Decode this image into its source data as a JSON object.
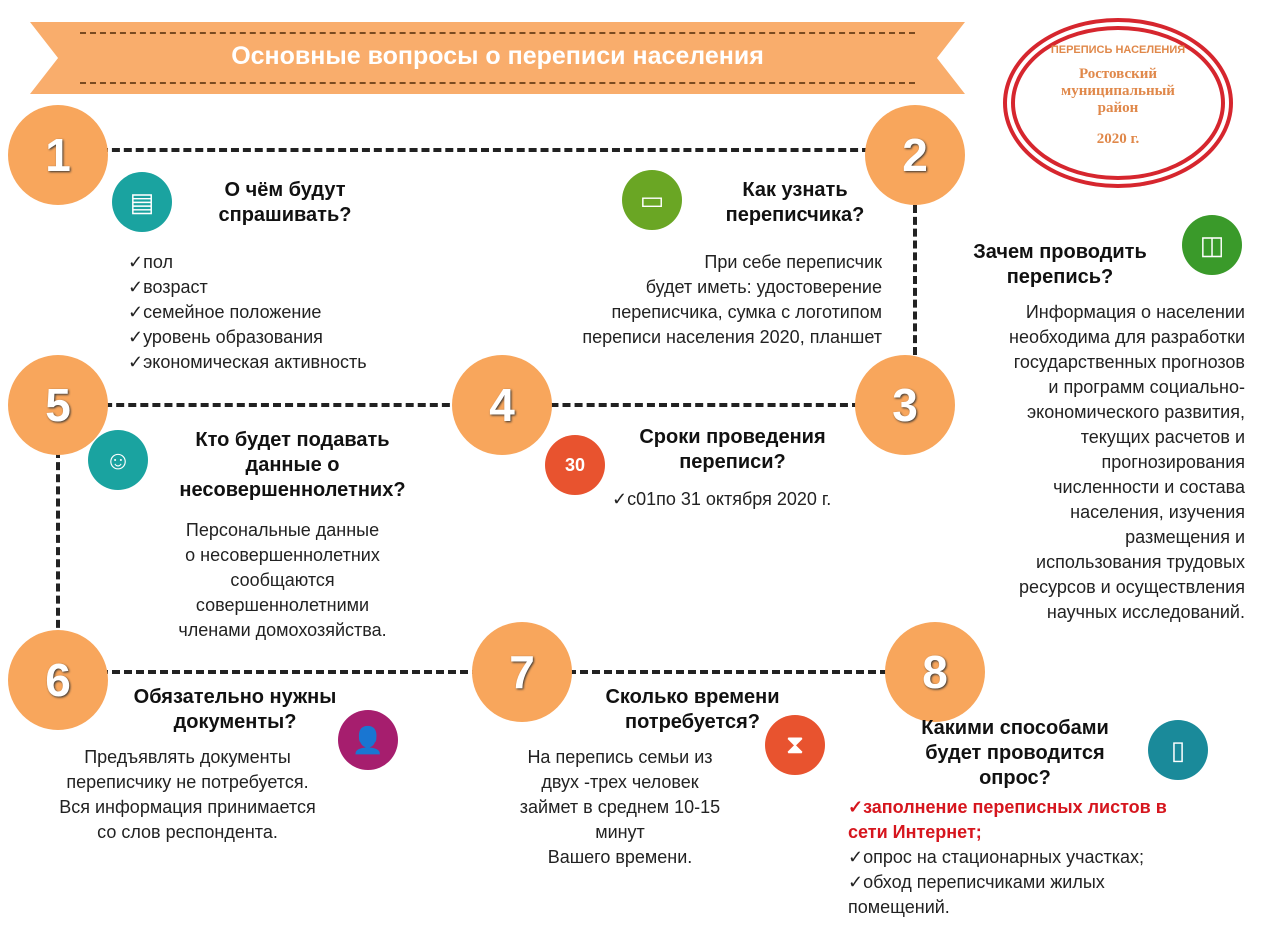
{
  "header": {
    "title": "Основные вопросы о переписи населения"
  },
  "seal": {
    "arc": "ПЕРЕПИСЬ НАСЕЛЕНИЯ",
    "line1": "Ростовский",
    "line2": "муниципальный",
    "line3": "район",
    "year": "2020 г."
  },
  "numbers": [
    "1",
    "2",
    "3",
    "4",
    "5",
    "6",
    "7",
    "8"
  ],
  "q1": {
    "title1": "О чём будут",
    "title2": "спрашивать?",
    "items": [
      "✓пол",
      "✓возраст",
      "✓семейное положение",
      "✓уровень образования",
      "✓экономическая активность"
    ]
  },
  "q2": {
    "title1": "Как узнать",
    "title2": "переписчика?",
    "lines": [
      "При себе переписчик",
      "будет иметь: удостоверение",
      "переписчика, сумка с логотипом",
      "переписи населения 2020, планшет"
    ]
  },
  "q3": {
    "title1": "Зачем проводить",
    "title2": "перепись?",
    "lines": [
      "Информация о населении",
      "необходима для разработки",
      "государственных прогнозов",
      "и программ социально-",
      "экономического развития,",
      "текущих расчетов и",
      "прогнозирования",
      "численности и состава",
      "населения, изучения",
      "размещения и",
      "использования трудовых",
      "ресурсов и осуществления",
      "научных исследований."
    ]
  },
  "q4": {
    "title1": "Сроки проведения",
    "title2": "переписи?",
    "text": "✓с01по 31 октября 2020 г.",
    "calendar": "30"
  },
  "q5": {
    "title1": "Кто будет подавать",
    "title2": "данные о",
    "title3": "несовершеннолетних?",
    "lines": [
      "Персональные данные",
      "о несовершеннолетних",
      "сообщаются",
      "совершеннолетними",
      "членами домохозяйства."
    ]
  },
  "q6": {
    "title1": "Обязательно нужны",
    "title2": "документы?",
    "lines": [
      "Предъявлять документы",
      "переписчику не потребуется.",
      "Вся информация принимается",
      "со слов респондента."
    ]
  },
  "q7": {
    "title1": "Сколько времени",
    "title2": "потребуется?",
    "lines": [
      "На перепись семьи из",
      "двух -трех человек",
      "займет в среднем 10-15",
      "минут",
      "Вашего времени."
    ]
  },
  "q8": {
    "title1": "Какими способами",
    "title2": "будет проводится",
    "title3": "опрос?",
    "red1": "✓заполнение переписных листов в",
    "red2": "сети Интернет;",
    "lines": [
      "✓опрос на стационарных участках;",
      "✓обход переписчиками жилых",
      "помещений."
    ]
  },
  "colors": {
    "orange": "#f8a65c",
    "teal": "#1aa3a0",
    "green": "#6aa624",
    "red": "#e8532f",
    "purple": "#a61e6e"
  }
}
